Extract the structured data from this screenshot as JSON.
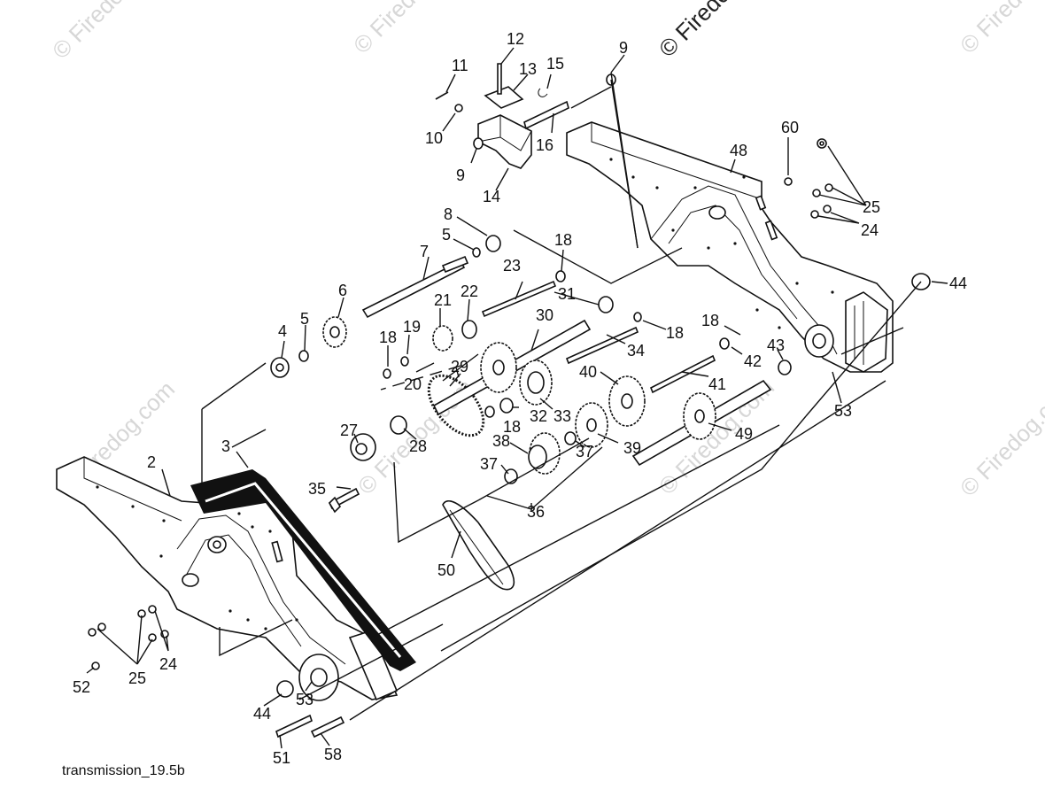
{
  "caption": "transmission_19.5b",
  "watermark_main": "© Firedog",
  "watermark_faint": "© Firedog.com",
  "callouts": [
    {
      "id": "c2",
      "text": "2"
    },
    {
      "id": "c3",
      "text": "3"
    },
    {
      "id": "c4",
      "text": "4"
    },
    {
      "id": "c5a",
      "text": "5"
    },
    {
      "id": "c5b",
      "text": "5"
    },
    {
      "id": "c6",
      "text": "6"
    },
    {
      "id": "c7",
      "text": "7"
    },
    {
      "id": "c8",
      "text": "8"
    },
    {
      "id": "c9a",
      "text": "9"
    },
    {
      "id": "c9b",
      "text": "9"
    },
    {
      "id": "c10",
      "text": "10"
    },
    {
      "id": "c11",
      "text": "11"
    },
    {
      "id": "c12",
      "text": "12"
    },
    {
      "id": "c13",
      "text": "13"
    },
    {
      "id": "c14",
      "text": "14"
    },
    {
      "id": "c15",
      "text": "15"
    },
    {
      "id": "c16",
      "text": "16"
    },
    {
      "id": "c18a",
      "text": "18"
    },
    {
      "id": "c18b",
      "text": "18"
    },
    {
      "id": "c18c",
      "text": "18"
    },
    {
      "id": "c18d",
      "text": "18"
    },
    {
      "id": "c18e",
      "text": "18"
    },
    {
      "id": "c19",
      "text": "19"
    },
    {
      "id": "c20",
      "text": "20"
    },
    {
      "id": "c21",
      "text": "21"
    },
    {
      "id": "c22",
      "text": "22"
    },
    {
      "id": "c23",
      "text": "23"
    },
    {
      "id": "c24a",
      "text": "24"
    },
    {
      "id": "c24b",
      "text": "24"
    },
    {
      "id": "c25a",
      "text": "25"
    },
    {
      "id": "c25b",
      "text": "25"
    },
    {
      "id": "c27",
      "text": "27"
    },
    {
      "id": "c28",
      "text": "28"
    },
    {
      "id": "c29",
      "text": "29"
    },
    {
      "id": "c30",
      "text": "30"
    },
    {
      "id": "c31",
      "text": "31"
    },
    {
      "id": "c32",
      "text": "32"
    },
    {
      "id": "c33",
      "text": "33"
    },
    {
      "id": "c34",
      "text": "34"
    },
    {
      "id": "c35",
      "text": "35"
    },
    {
      "id": "c36",
      "text": "36"
    },
    {
      "id": "c37a",
      "text": "37"
    },
    {
      "id": "c37b",
      "text": "37"
    },
    {
      "id": "c38",
      "text": "38"
    },
    {
      "id": "c39",
      "text": "39"
    },
    {
      "id": "c40",
      "text": "40"
    },
    {
      "id": "c41",
      "text": "41"
    },
    {
      "id": "c42",
      "text": "42"
    },
    {
      "id": "c43",
      "text": "43"
    },
    {
      "id": "c44a",
      "text": "44"
    },
    {
      "id": "c44b",
      "text": "44"
    },
    {
      "id": "c48",
      "text": "48"
    },
    {
      "id": "c49",
      "text": "49"
    },
    {
      "id": "c50",
      "text": "50"
    },
    {
      "id": "c51",
      "text": "51"
    },
    {
      "id": "c52",
      "text": "52"
    },
    {
      "id": "c53a",
      "text": "53"
    },
    {
      "id": "c53b",
      "text": "53"
    },
    {
      "id": "c58",
      "text": "58"
    },
    {
      "id": "c60",
      "text": "60"
    }
  ]
}
